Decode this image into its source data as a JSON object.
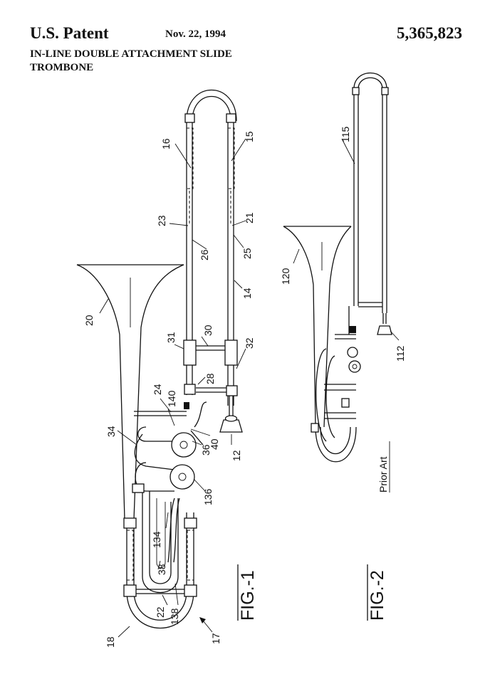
{
  "header": {
    "patent_label": "U.S. Patent",
    "date": "Nov. 22, 1994",
    "patent_number": "5,365,823",
    "title_line1": "IN-LINE DOUBLE ATTACHMENT SLIDE",
    "title_line2": "TROMBONE"
  },
  "fig1": {
    "caption": "FIG.-1",
    "labels": {
      "n15": "15",
      "n16": "16",
      "n23": "23",
      "n21": "21",
      "n26": "26",
      "n25": "25",
      "n14": "14",
      "n20": "20",
      "n30": "30",
      "n31": "31",
      "n32": "32",
      "n28": "28",
      "n24": "24",
      "n140": "140",
      "n34": "34",
      "n36": "36",
      "n40": "40",
      "n12": "12",
      "n136": "136",
      "n134": "134",
      "n38": "38",
      "n22": "22",
      "n138": "138",
      "n18": "18",
      "n17": "17"
    }
  },
  "fig2": {
    "caption": "FIG.-2",
    "note": "Prior Art",
    "labels": {
      "n115": "115",
      "n120": "120",
      "n112": "112"
    }
  }
}
